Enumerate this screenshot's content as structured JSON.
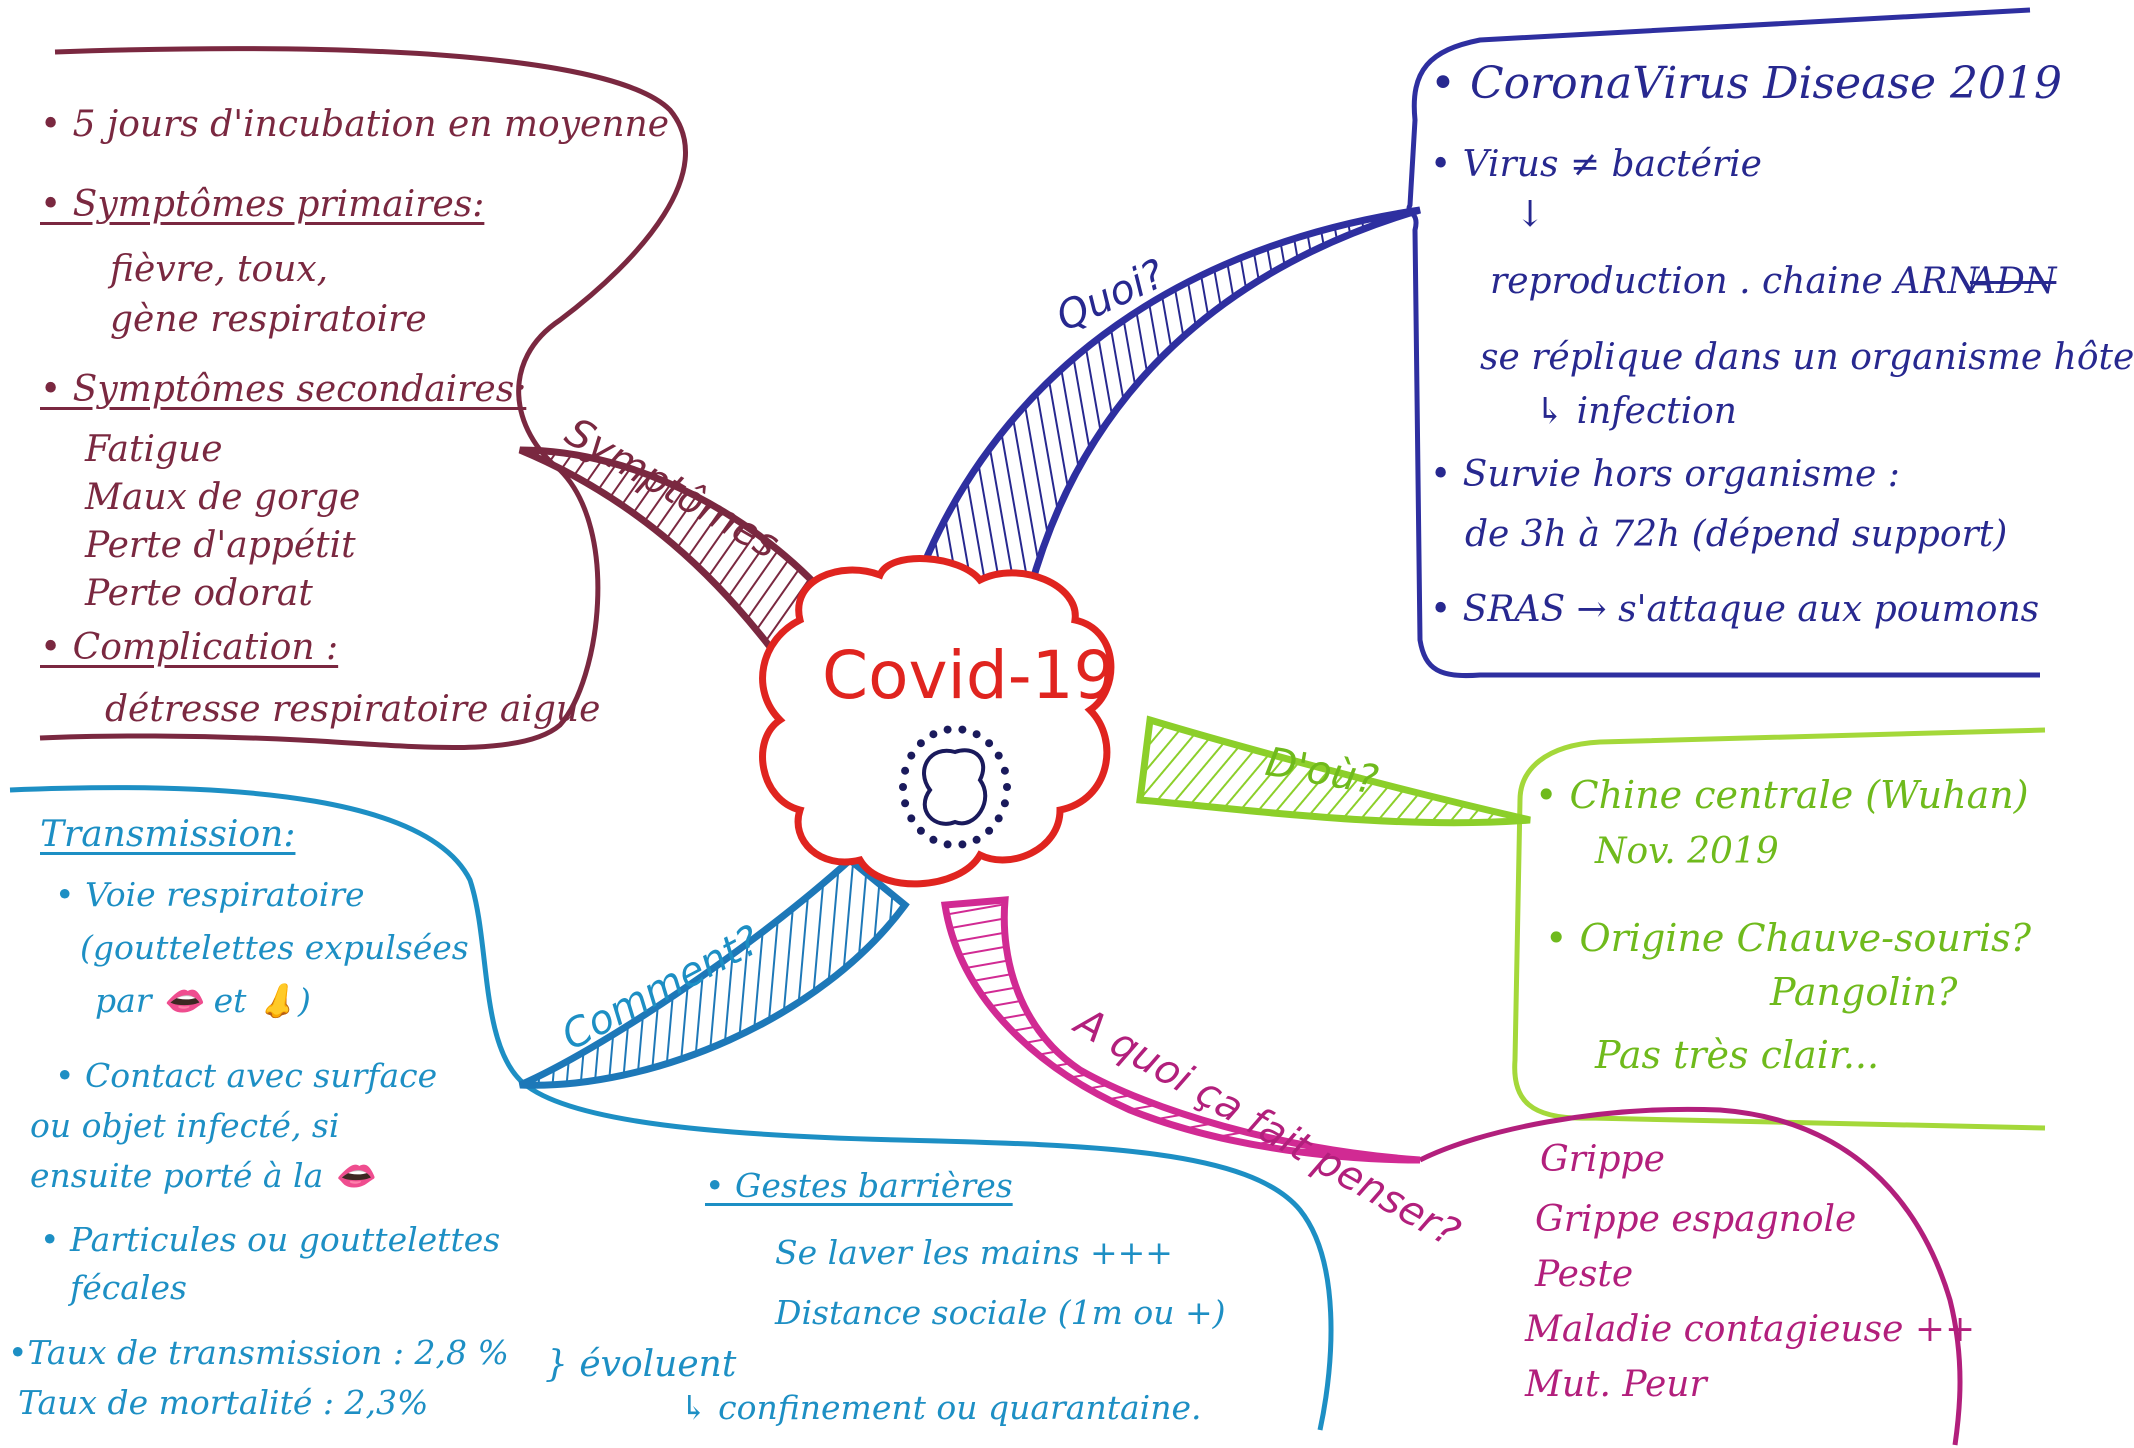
{
  "center": {
    "title": "Covid-19"
  },
  "branches": {
    "symptomes": "Symptômes",
    "quoi": "Quoi?",
    "dou": "D'où?",
    "comment": "Comment?",
    "aquoi": "A quoi ça fait penser?"
  },
  "symptomes_box": {
    "line1": "• 5 jours d'incubation en moyenne",
    "primary_title": "• Symptômes primaires:",
    "primary_1": "fièvre, toux,",
    "primary_2": "gène respiratoire",
    "secondary_title": "• Symptômes secondaires:",
    "secondary_1": "Fatigue",
    "secondary_2": "Maux de gorge",
    "secondary_3": "Perte d'appétit",
    "secondary_4": "Perte odorat",
    "complication_title": "• Complication :",
    "complication_1": "détresse respiratoire aigue"
  },
  "quoi_box": {
    "line1": "• CoronaVirus Disease 2019",
    "line2": "• Virus ≠ bactérie",
    "line3": "reproduction . chaine ARN",
    "line3b": "ADN",
    "line4": "se réplique dans un organisme hôte",
    "line5": "↳ infection",
    "line6": "• Survie hors organisme :",
    "line7": "de 3h à 72h (dépend support)",
    "line8": "• SRAS → s'attaque aux poumons"
  },
  "dou_box": {
    "line1": "• Chine centrale (Wuhan)",
    "line2": "Nov. 2019",
    "line3": "• Origine Chauve-souris?",
    "line4": "Pangolin?",
    "line5": "Pas très clair..."
  },
  "transmission_box": {
    "title": "Transmission:",
    "l1": "• Voie respiratoire",
    "l2": "(gouttelettes expulsées",
    "l3": "par 👄 et 👃)",
    "l4": "• Contact avec surface",
    "l5": "ou objet infecté, si",
    "l6": "ensuite porté à la 👄",
    "l7": "• Particules ou gouttelettes",
    "l8": "fécales",
    "l9": "•Taux de transmission : 2,8 %",
    "l10": "Taux de mortalité : 2,3%",
    "evolve": "} évoluent"
  },
  "gestes_box": {
    "title": "• Gestes barrières",
    "l1": "Se laver les mains +++",
    "l2": "Distance sociale (1m ou +)",
    "l3": "↳ confinement ou quarantaine."
  },
  "aquoi_box": {
    "l1": "Grippe",
    "l2": "Grippe espagnole",
    "l3": "Peste",
    "l4": "Maladie contagieuse ++",
    "l5": "Mut. Peur"
  },
  "colors": {
    "maroon": "#7a2840",
    "navy": "#27288f",
    "teal": "#1d8fc4",
    "lime": "#8ccf2a",
    "magenta": "#d12a93",
    "red": "#e0241f"
  }
}
